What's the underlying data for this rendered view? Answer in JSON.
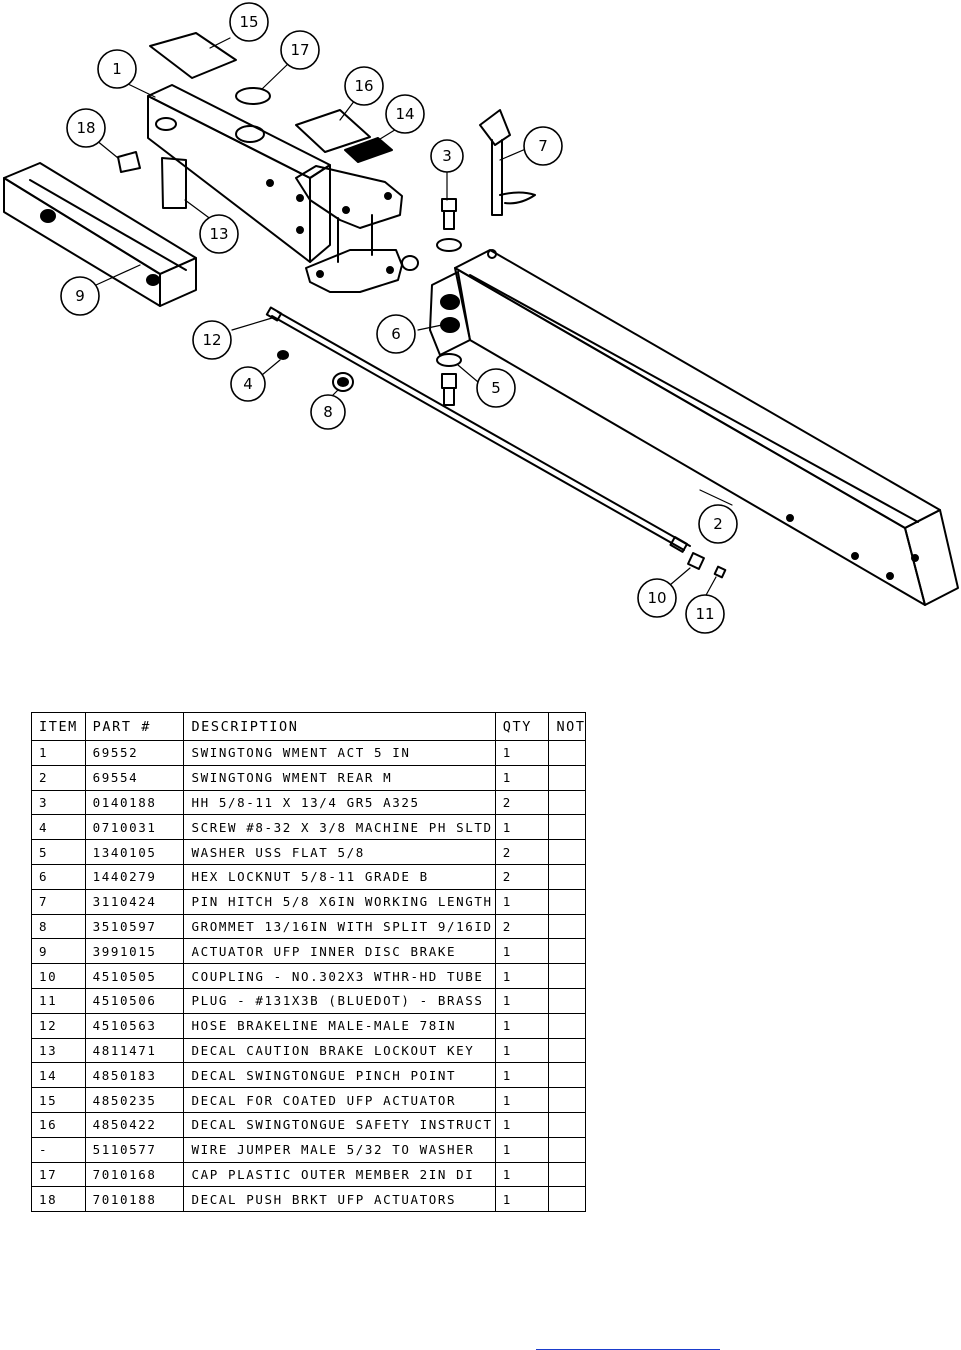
{
  "diagram": {
    "balloons": [
      "1",
      "2",
      "3",
      "4",
      "5",
      "6",
      "7",
      "8",
      "9",
      "10",
      "11",
      "12",
      "13",
      "14",
      "15",
      "16",
      "17",
      "18"
    ]
  },
  "table": {
    "headers": [
      "ITEM",
      "PART #",
      "DESCRIPTION",
      "QTY",
      "NOTE"
    ],
    "rows": [
      {
        "item": "1",
        "part": "69552",
        "description": "SWINGTONG WMENT ACT 5 IN",
        "qty": "1",
        "note": ""
      },
      {
        "item": "2",
        "part": "69554",
        "description": "SWINGTONG WMENT REAR M",
        "qty": "1",
        "note": ""
      },
      {
        "item": "3",
        "part": "0140188",
        "description": "HH 5/8-11 X 13/4  GR5 A325",
        "qty": "2",
        "note": ""
      },
      {
        "item": "4",
        "part": "0710031",
        "description": "SCREW #8-32 X 3/8 MACHINE PH SLTD",
        "qty": "1",
        "note": ""
      },
      {
        "item": "5",
        "part": "1340105",
        "description": "WASHER USS FLAT 5/8",
        "qty": "2",
        "note": ""
      },
      {
        "item": "6",
        "part": "1440279",
        "description": "HEX LOCKNUT 5/8-11 GRADE B",
        "qty": "2",
        "note": ""
      },
      {
        "item": "7",
        "part": "3110424",
        "description": "PIN HITCH 5/8 X6IN WORKING LENGTH",
        "qty": "1",
        "note": ""
      },
      {
        "item": "8",
        "part": "3510597",
        "description": "GROMMET 13/16IN  WITH SPLIT 9/16ID",
        "qty": "2",
        "note": ""
      },
      {
        "item": "9",
        "part": "3991015",
        "description": "ACTUATOR UFP INNER  DISC BRAKE",
        "qty": "1",
        "note": ""
      },
      {
        "item": "10",
        "part": "4510505",
        "description": "COUPLING - NO.302X3 WTHR-HD TUBE",
        "qty": "1",
        "note": ""
      },
      {
        "item": "11",
        "part": "4510506",
        "description": "PLUG - #131X3B (BLUEDOT) - BRASS",
        "qty": "1",
        "note": ""
      },
      {
        "item": "12",
        "part": "4510563",
        "description": "HOSE BRAKELINE MALE-MALE 78IN",
        "qty": "1",
        "note": ""
      },
      {
        "item": "13",
        "part": "4811471",
        "description": "DECAL CAUTION BRAKE LOCKOUT KEY",
        "qty": "1",
        "note": ""
      },
      {
        "item": "14",
        "part": "4850183",
        "description": "DECAL SWINGTONGUE PINCH POINT",
        "qty": "1",
        "note": ""
      },
      {
        "item": "15",
        "part": "4850235",
        "description": "DECAL FOR COATED UFP ACTUATOR",
        "qty": "1",
        "note": ""
      },
      {
        "item": "16",
        "part": "4850422",
        "description": "DECAL SWINGTONGUE SAFETY INSTRUCT",
        "qty": "1",
        "note": ""
      },
      {
        "item": "-",
        "part": "5110577",
        "description": "WIRE JUMPER MALE 5/32 TO WASHER",
        "qty": "1",
        "note": ""
      },
      {
        "item": "17",
        "part": "7010168",
        "description": "CAP  PLASTIC OUTER MEMBER 2IN DI",
        "qty": "1",
        "note": ""
      },
      {
        "item": "18",
        "part": "7010188",
        "description": "DECAL PUSH BRKT UFP ACTUATORS",
        "qty": "1",
        "note": ""
      }
    ]
  }
}
